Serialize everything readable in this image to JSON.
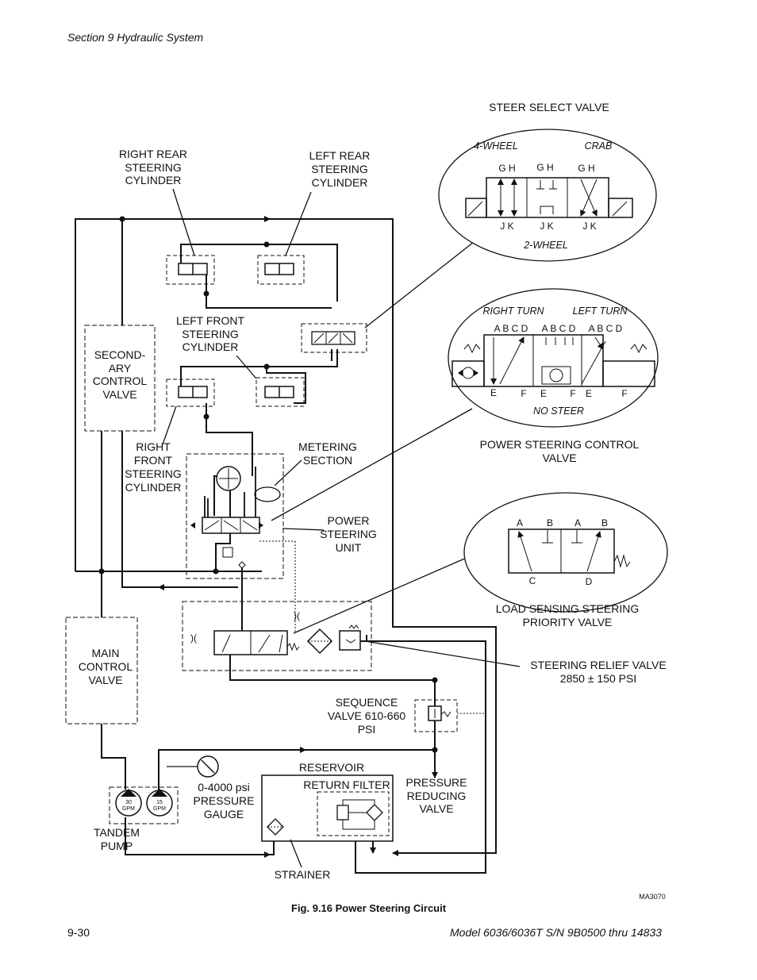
{
  "header": {
    "section": "Section 9    Hydraulic System"
  },
  "labels": {
    "steer_select": "STEER SELECT VALVE",
    "right_rear": [
      "RIGHT REAR",
      "STEERING",
      "CYLINDER"
    ],
    "left_rear": [
      "LEFT REAR",
      "STEERING",
      "CYLINDER"
    ],
    "left_front": [
      "LEFT FRONT",
      "STEERING",
      "CYLINDER"
    ],
    "secondary": [
      "SECOND-",
      "ARY",
      "CONTROL",
      "VALVE"
    ],
    "right_front": [
      "RIGHT",
      "FRONT",
      "STEERING",
      "CYLINDER"
    ],
    "metering": [
      "METERING",
      "SECTION"
    ],
    "ps_unit": [
      "POWER",
      "STEERING",
      "UNIT"
    ],
    "ps_control": [
      "POWER STEERING CONTROL",
      "VALVE"
    ],
    "load_sensing": [
      "LOAD SENSING STEERING",
      "PRIORITY VALVE"
    ],
    "relief": [
      "STEERING RELIEF VALVE",
      "2850 ± 150 PSI"
    ],
    "sequence": [
      "SEQUENCE",
      "VALVE 610-660",
      "PSI"
    ],
    "main_control": [
      "MAIN",
      "CONTROL",
      "VALVE"
    ],
    "reservoir": "RESERVOIR",
    "return_filter": "RETURN FILTER",
    "pressure_reducing": [
      "PRESSURE",
      "REDUCING",
      "VALVE"
    ],
    "gauge": [
      "0-4000 psi",
      "PRESSURE",
      "GAUGE"
    ],
    "tandem": [
      "TANDEM",
      "PUMP"
    ],
    "strainer": "STRAINER",
    "pump1": [
      "30",
      "GPM"
    ],
    "pump2": [
      "15",
      "GPM"
    ],
    "ma_code": "MA3070"
  },
  "steer_select_detail": {
    "four_wheel": "4-WHEEL",
    "crab": "CRAB",
    "two_wheel": "2-WHEEL",
    "top_ports": [
      "G  H",
      "G  H",
      "G  H"
    ],
    "bottom_ports": [
      "J  K",
      "J  K",
      "J  K"
    ]
  },
  "ps_control_detail": {
    "right_turn": "RIGHT TURN",
    "left_turn": "LEFT TURN",
    "no_steer": "NO STEER",
    "top_ports": [
      "A B   C D",
      "A B C D",
      "A B C    D"
    ],
    "bottom_ports": [
      "E",
      "F",
      "E",
      "F",
      "E",
      "F"
    ]
  },
  "priority_detail": {
    "top_ports": [
      "A",
      "B",
      "A",
      "B"
    ],
    "bottom_ports": [
      "C",
      "D"
    ]
  },
  "caption": "Fig. 9.16 Power Steering Circuit",
  "footer": {
    "page": "9-30",
    "model": "Model 6036/6036T S/N 9B0500 thru 14833"
  }
}
